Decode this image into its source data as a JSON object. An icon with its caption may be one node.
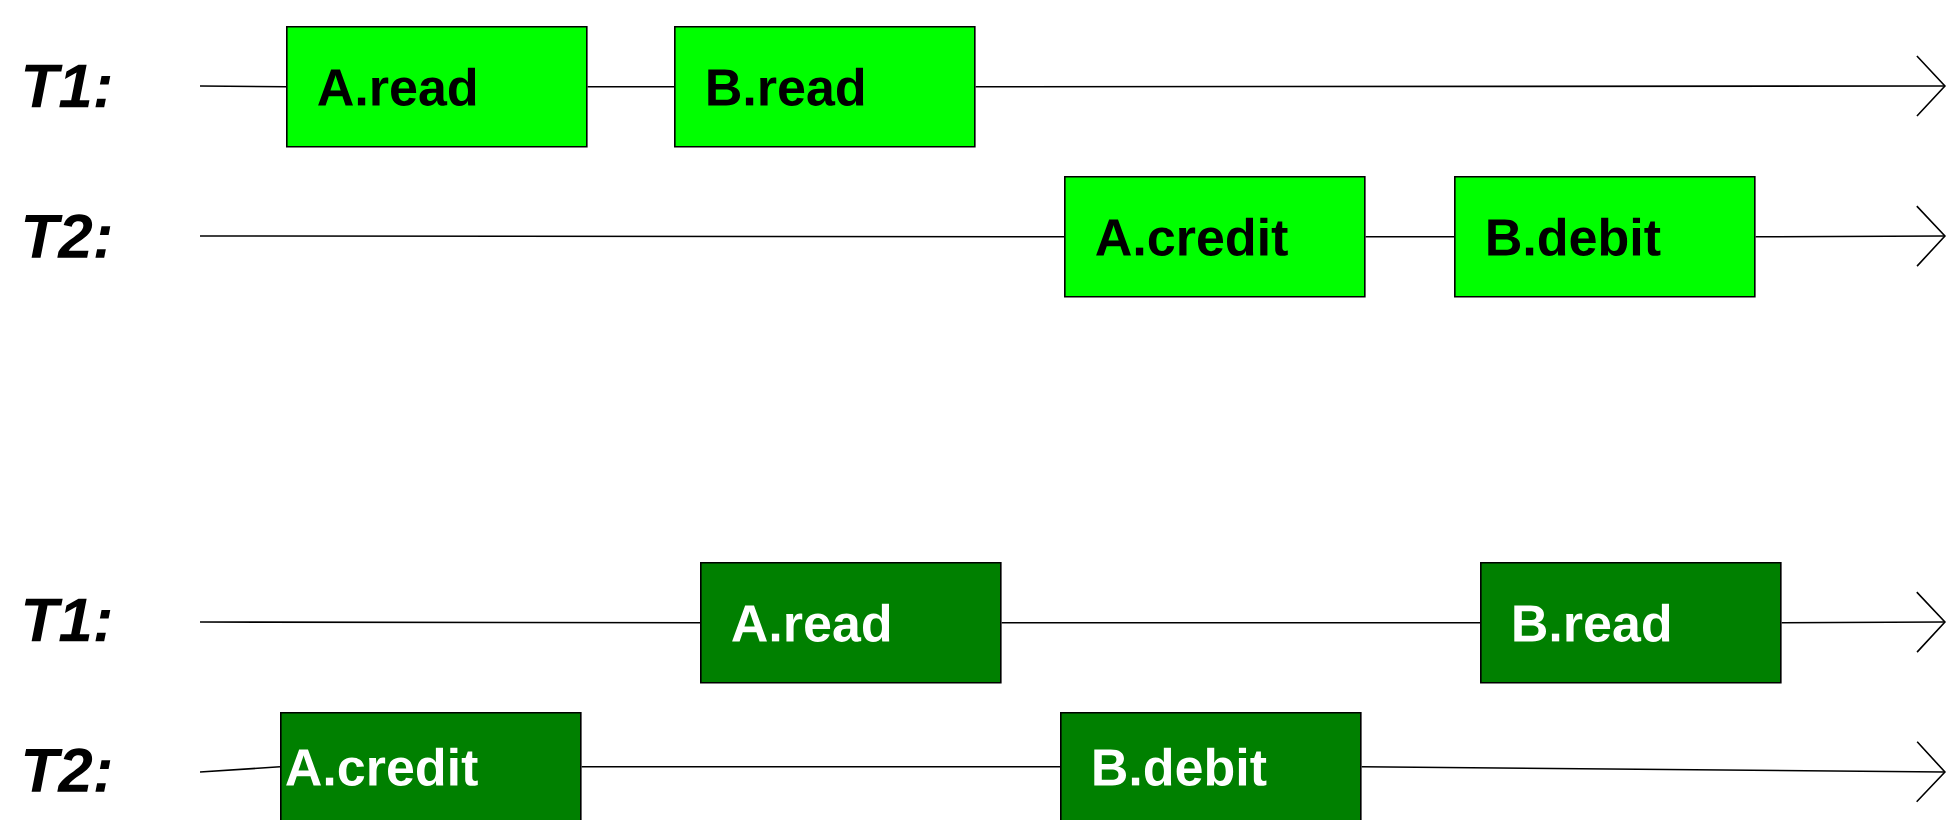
{
  "diagram": {
    "nodes": [
      {
        "text": [
          "A.read"
        ]
      },
      {
        "text": [
          "B.read"
        ]
      },
      {
        "text": [
          "A.credit"
        ]
      },
      {
        "text": [
          "B.debit"
        ]
      },
      {
        "text": [
          "A.read"
        ]
      },
      {
        "text": [
          "B.read"
        ]
      },
      {
        "text": [
          "A.credit"
        ]
      },
      {
        "text": [
          "B.debit"
        ]
      }
    ],
    "edges": [
      {
        "from": null,
        "to": 0,
        "arrow": "none"
      },
      {
        "from": 0,
        "to": 1,
        "arrow": "none"
      },
      {
        "from": 1,
        "to": null,
        "arrow": "to"
      },
      {
        "from": null,
        "to": 2,
        "arrow": "none"
      },
      {
        "from": 2,
        "to": 3,
        "arrow": "none"
      },
      {
        "from": 3,
        "to": null,
        "arrow": "to"
      },
      {
        "from": null,
        "to": 4,
        "arrow": "none"
      },
      {
        "from": 4,
        "to": 5,
        "arrow": "none"
      },
      {
        "from": 5,
        "to": null,
        "arrow": "to"
      },
      {
        "from": null,
        "to": 6,
        "arrow": "none"
      },
      {
        "from": 6,
        "to": 7,
        "arrow": "none"
      },
      {
        "from": 7,
        "to": null,
        "arrow": "to"
      }
    ],
    "labels": [
      "T1:",
      "T2:",
      "T1:",
      "T2:"
    ]
  }
}
